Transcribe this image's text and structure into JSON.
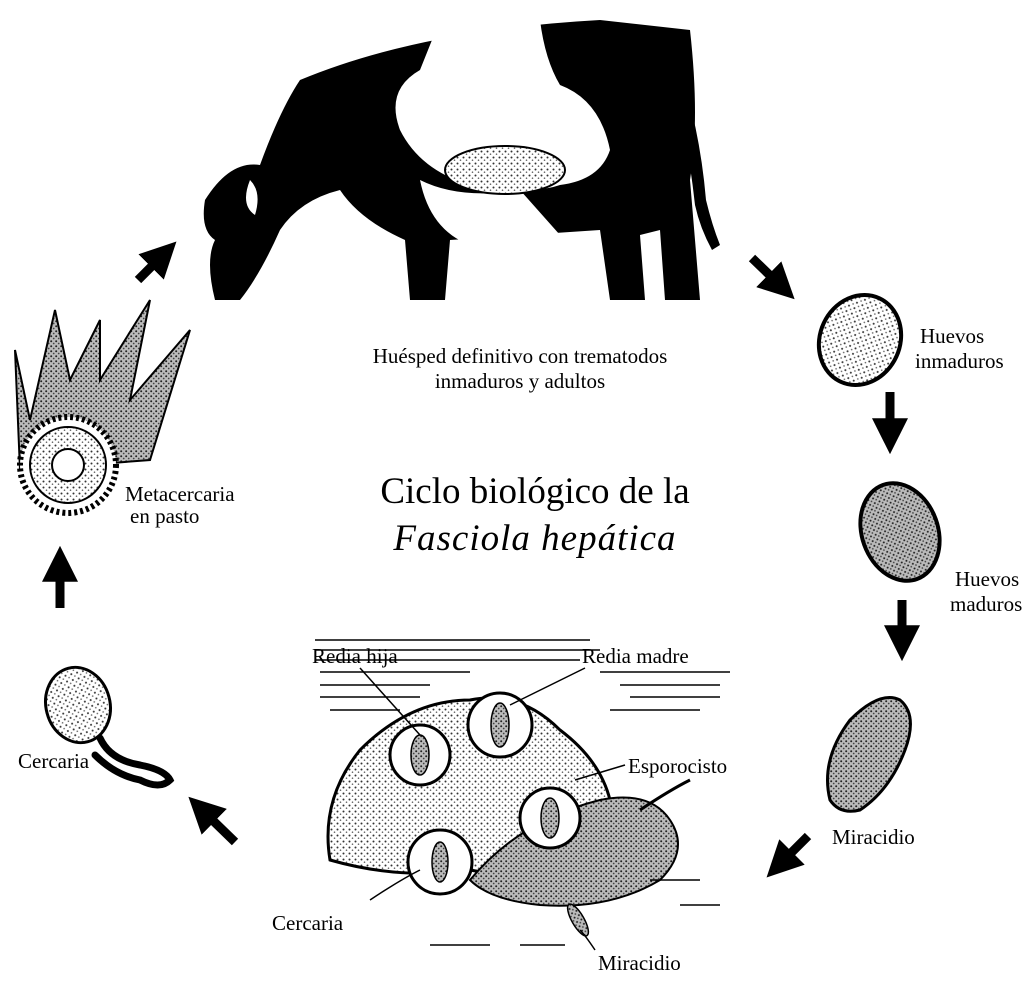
{
  "title": {
    "line1": "Ciclo biológico de la",
    "line2": "Fasciola hepática"
  },
  "stages": {
    "host_line1": "Huésped definitivo con trematodos",
    "host_line2": "inmaduros y adultos",
    "eggs_immature_line1": "Huevos",
    "eggs_immature_line2": "inmaduros",
    "eggs_mature_line1": "Huevos",
    "eggs_mature_line2": "maduros",
    "miracidium": "Miracidio",
    "cercaria": "Cercaria",
    "metacercaria_line1": "Metacercaria",
    "metacercaria_line2": "en pasto"
  },
  "snail_labels": {
    "daughter_redia": "Redia hija",
    "mother_redia": "Redia madre",
    "sporocyst": "Esporocisto",
    "cercaria": "Cercaria",
    "miracidium": "Miracidio"
  },
  "colors": {
    "ink": "#000000",
    "background": "#ffffff",
    "stipple": "#555555"
  }
}
